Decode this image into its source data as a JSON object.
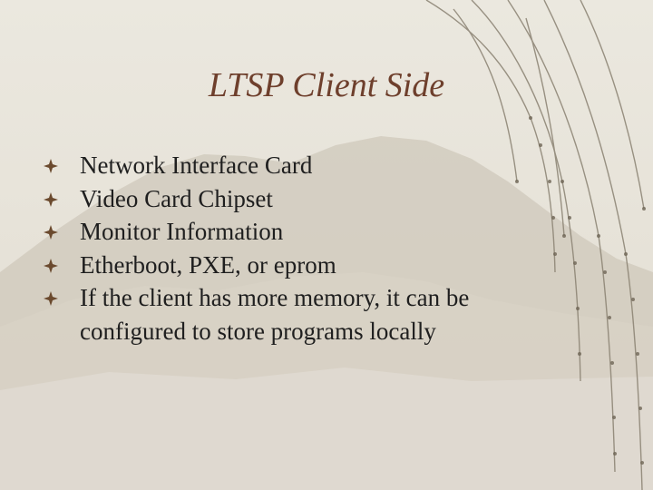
{
  "slide": {
    "title": "LTSP Client Side",
    "bullets": [
      "Network Interface Card",
      "Video Card Chipset",
      "Monitor Information",
      "Etherboot, PXE, or eprom",
      "If the client has more memory, it can be configured to store programs locally"
    ]
  },
  "bullet_icon": "diamond-star-icon",
  "colors": {
    "title": "#6e3f2c",
    "text": "#1f1f1f",
    "bullet": "#6b4a2e"
  }
}
